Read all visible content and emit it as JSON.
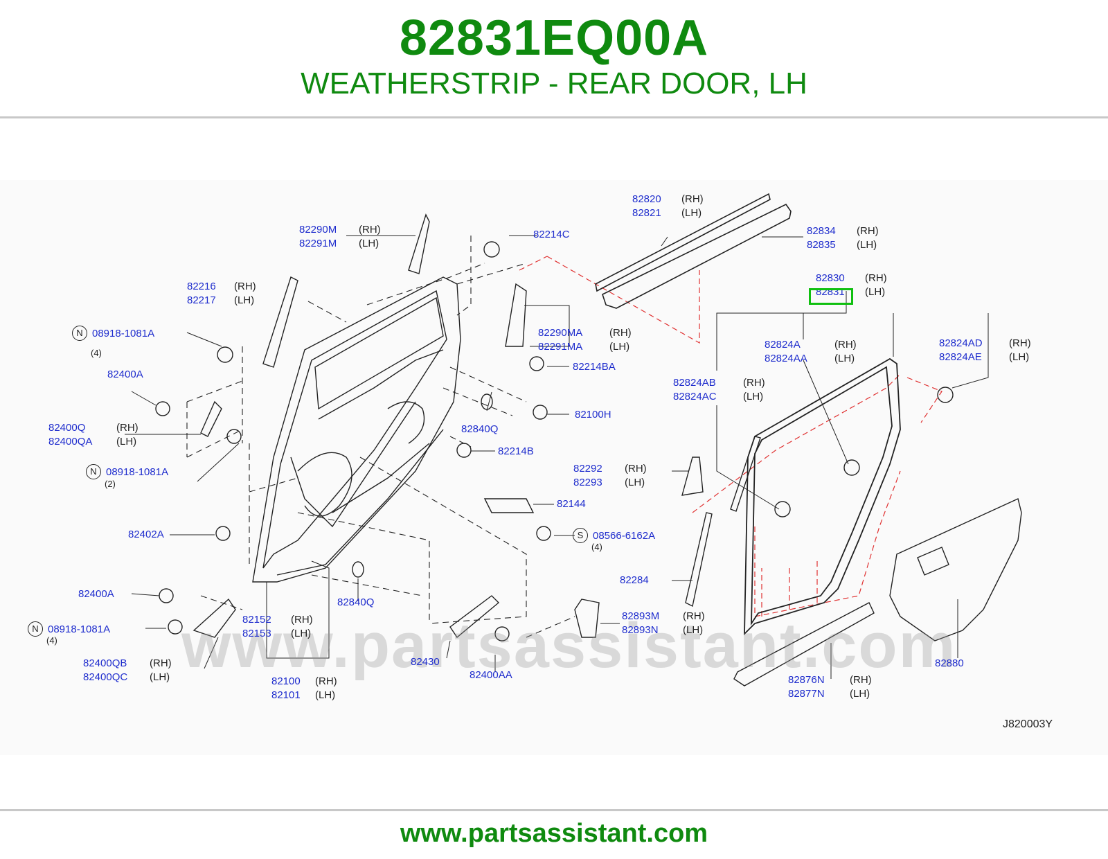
{
  "header": {
    "part_number": "82831EQ00A",
    "description": "WEATHERSTRIP - REAR DOOR, LH"
  },
  "footer": {
    "url": "www.partsassistant.com"
  },
  "watermark": {
    "text": "www.partsassistant.com"
  },
  "diagram": {
    "ref_code": "J820003Y",
    "highlighted_part": "82831",
    "labels": {
      "p82290M": "82290M",
      "p82291M": "82291M",
      "p82214C": "82214C",
      "p82216": "82216",
      "p82217": "82217",
      "n1": "08918-1081A",
      "n1q": "(4)",
      "p82400A_1": "82400A",
      "p82400Q": "82400Q",
      "p82400QA": "82400QA",
      "n2": "08918-1081A",
      "n2q": "(2)",
      "p82402A": "82402A",
      "p82400A_2": "82400A",
      "n3": "08918-1081A",
      "n3q": "(4)",
      "p82400QB": "82400QB",
      "p82400QC": "82400QC",
      "p82152": "82152",
      "p82153": "82153",
      "p82100": "82100",
      "p82101": "82101",
      "p82840Q_1": "82840Q",
      "p82840Q_2": "82840Q",
      "p82290MA": "82290MA",
      "p82291MA": "82291MA",
      "p82214BA": "82214BA",
      "p82100H": "82100H",
      "p82214B": "82214B",
      "p82144": "82144",
      "s1": "08566-6162A",
      "s1q": "(4)",
      "p82430": "82430",
      "p82400AA": "82400AA",
      "p82820": "82820",
      "p82821": "82821",
      "p82834": "82834",
      "p82835": "82835",
      "p82830": "82830",
      "p82831": "82831",
      "p82824A": "82824A",
      "p82824AA": "82824AA",
      "p82824AD": "82824AD",
      "p82824AE": "82824AE",
      "p82824AB": "82824AB",
      "p82824AC": "82824AC",
      "p82292": "82292",
      "p82293": "82293",
      "p82284": "82284",
      "p82893M": "82893M",
      "p82893N": "82893N",
      "p82876N": "82876N",
      "p82877N": "82877N",
      "p82880": "82880",
      "rh": "(RH)",
      "lh": "(LH)",
      "circle_n": "N",
      "circle_s": "S"
    }
  },
  "colors": {
    "brand_green": "#0f8a0f",
    "label_blue": "#1e2ccd",
    "highlight": "#10c010",
    "dash_red": "#e03030"
  }
}
